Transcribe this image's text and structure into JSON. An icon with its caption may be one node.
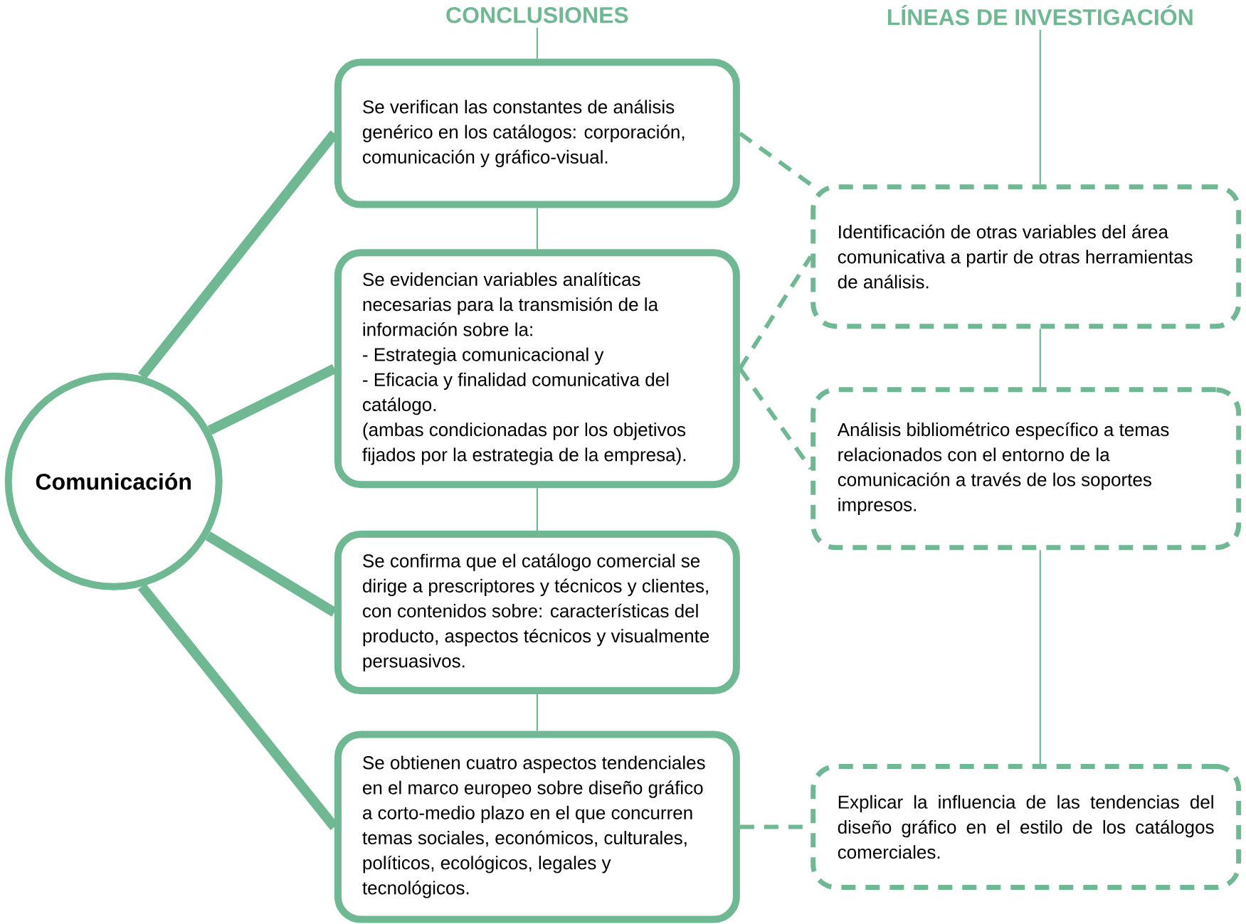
{
  "diagram": {
    "nodes": [
      {
        "text": [
          "Comunicación"
        ]
      },
      {
        "text": [
          "CONCLUSIONES"
        ]
      },
      {
        "text": [
          "Se verifican las constantes de análisis genérico en los catálogos: corporación, comunicación y gráfico-visual."
        ]
      },
      {
        "text": [
          "Se evidencian variables analíticas necesarias para la transmisión de la información sobre la:",
          "- Estrategia comunicacional y",
          "- Eficacia y finalidad comunicativa del catálogo.",
          "(ambas condicionadas por los objetivos fijados por la estrategia de la empresa)."
        ]
      },
      {
        "text": [
          "Se confirma que el catálogo comercial se dirige a prescriptores y técnicos y clientes, con contenidos sobre: características del producto, aspectos técnicos y visualmente persuasivos."
        ]
      },
      {
        "text": [
          "Se obtienen cuatro aspectos tendenciales en el marco europeo sobre diseño gráfico a corto-medio plazo en el que concurren temas sociales, económicos, culturales, políticos, ecológicos, legales y tecnológicos."
        ]
      },
      {
        "text": [
          "LÍNEAS DE INVESTIGACIÓN"
        ]
      },
      {
        "text": [
          "Identificación de otras variables del área comunicativa a partir de otras herramientas de análisis."
        ]
      },
      {
        "text": [
          "Análisis bibliométrico específico a temas relacionados con el entorno de la comunicación a través de los soportes impresos."
        ]
      },
      {
        "text": [
          "Explicar la influencia de las tendencias del diseño gráfico en el estilo de los catálogos comerciales."
        ]
      }
    ],
    "edges": [
      {
        "from": 0,
        "to": 2,
        "arrow": "none",
        "style": "thick"
      },
      {
        "from": 0,
        "to": 3,
        "arrow": "none",
        "style": "thick"
      },
      {
        "from": 0,
        "to": 4,
        "arrow": "none",
        "style": "thick"
      },
      {
        "from": 0,
        "to": 5,
        "arrow": "none",
        "style": "thick"
      },
      {
        "from": 1,
        "to": 2,
        "arrow": "none"
      },
      {
        "from": 2,
        "to": 3,
        "arrow": "none"
      },
      {
        "from": 3,
        "to": 4,
        "arrow": "none"
      },
      {
        "from": 4,
        "to": 5,
        "arrow": "none"
      },
      {
        "from": 6,
        "to": 7,
        "arrow": "none"
      },
      {
        "from": 7,
        "to": 8,
        "arrow": "none"
      },
      {
        "from": 8,
        "to": 9,
        "arrow": "none"
      },
      {
        "from": 2,
        "to": 7,
        "arrow": "none",
        "style": "dashed"
      },
      {
        "from": 3,
        "to": 7,
        "arrow": "none",
        "style": "dashed"
      },
      {
        "from": 3,
        "to": 8,
        "arrow": "none",
        "style": "dashed"
      },
      {
        "from": 5,
        "to": 9,
        "arrow": "none",
        "style": "dashed"
      }
    ]
  }
}
